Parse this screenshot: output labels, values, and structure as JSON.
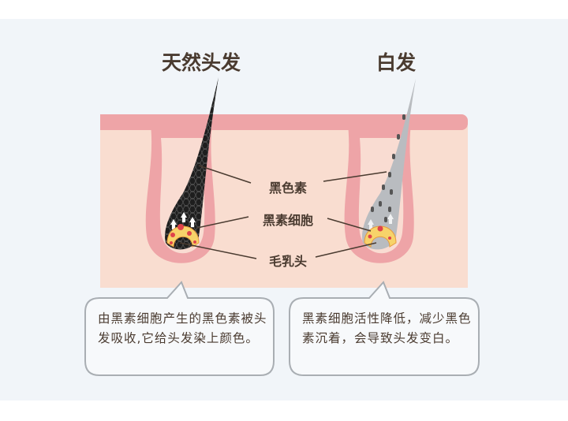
{
  "titles": {
    "healthy": "天然头发",
    "white": "白发"
  },
  "labels": {
    "melanin": "黑色素",
    "melanocyte": "黑素细胞",
    "papilla": "毛乳头"
  },
  "bubbles": {
    "healthy": "由黑素细胞产生的黑色素被头发吸收,它给头发染上颜色。",
    "white": "黑素细胞活性降低，减少黑色素沉着，会导致头发变白。"
  },
  "colors": {
    "background": "#f1f5f9",
    "skin": "#f9ddd0",
    "follicle": "#eea4a7",
    "text": "#4a3b30",
    "bulb": "#f7d36a",
    "dot": "#e0434a"
  }
}
